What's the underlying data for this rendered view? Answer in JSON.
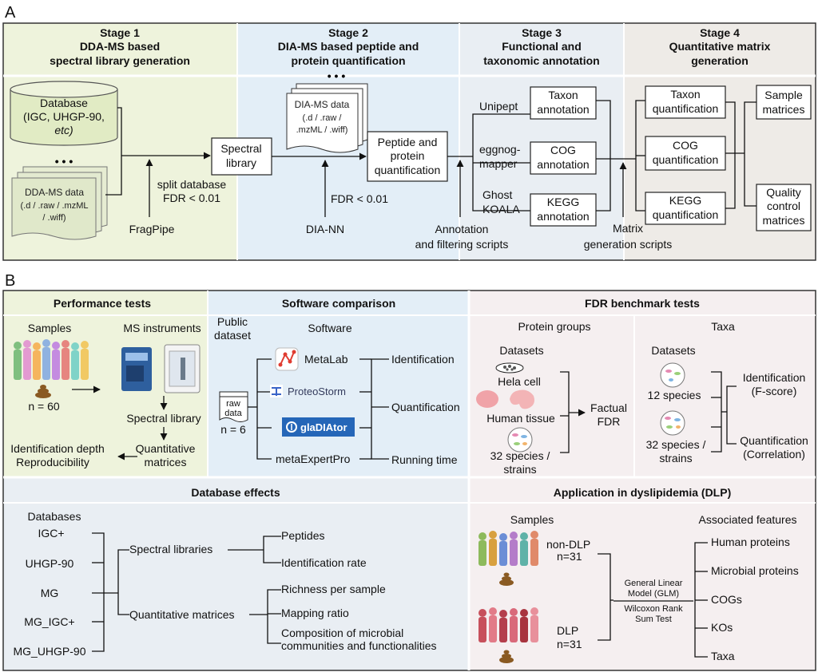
{
  "panel_a": {
    "letter": "A",
    "stages": [
      {
        "title": "Stage 1",
        "line1": "DDA-MS based",
        "line2": "spectral library generation"
      },
      {
        "title": "Stage 2",
        "line1": "DIA-MS based peptide and",
        "line2": "protein quantification"
      },
      {
        "title": "Stage 3",
        "line1": "Functional and",
        "line2": "taxonomic annotation"
      },
      {
        "title": "Stage 4",
        "line1": "Quantitative matrix",
        "line2": "generation"
      }
    ],
    "database": {
      "line1": "Database",
      "line2": "(IGC, UHGP-90,",
      "line3": "etc)"
    },
    "ellipsis": "• • •",
    "dda": {
      "line1": "DDA-MS data",
      "line2": "(.d / .raw / .mzML",
      "line3": "/ .wiff)"
    },
    "split_db": {
      "line1": "split database",
      "line2": "FDR < 0.01"
    },
    "fragpipe": "FragPipe",
    "spectral_library": {
      "line1": "Spectral",
      "line2": "library"
    },
    "dia": {
      "line1": "DIA-MS data",
      "line2": "(.d / .raw /",
      "line3": ".mzML / .wiff)"
    },
    "fdr_dia": "FDR < 0.01",
    "dia_nn": "DIA-NN",
    "peptide": {
      "line1": "Peptide and",
      "line2": "protein",
      "line3": "quantification"
    },
    "annotation_scripts": {
      "line1": "Annotation",
      "line2": "and filtering scripts"
    },
    "tools": {
      "unipept": "Unipept",
      "eggnog1": "eggnog-",
      "eggnog2": "mapper",
      "ghost1": "Ghost",
      "ghost2": "KOALA"
    },
    "annotations": {
      "taxon": {
        "line1": "Taxon",
        "line2": "annotation"
      },
      "cog": {
        "line1": "COG",
        "line2": "annotation"
      },
      "kegg": {
        "line1": "KEGG",
        "line2": "annotation"
      }
    },
    "matrix_scripts": {
      "line1": "Matrix",
      "line2": "generation scripts"
    },
    "quant": {
      "taxon": {
        "line1": "Taxon",
        "line2": "quantification"
      },
      "cog": {
        "line1": "COG",
        "line2": "quantification"
      },
      "kegg": {
        "line1": "KEGG",
        "line2": "quantification"
      }
    },
    "sample_matrices": {
      "line1": "Sample",
      "line2": "matrices"
    },
    "qc_matrices": {
      "line1": "Quality",
      "line2": "control",
      "line3": "matrices"
    }
  },
  "panel_b": {
    "letter": "B",
    "performance": {
      "title": "Performance tests",
      "samples": "Samples",
      "instruments": "MS instruments",
      "n": "n = 60",
      "spectral_library": "Spectral library",
      "quant1": "Quantitative",
      "quant2": "matrices",
      "out1": "Identification depth",
      "out2": "Reproducibility"
    },
    "software": {
      "title": "Software comparison",
      "public1": "Public",
      "public2": "dataset",
      "software": "Software",
      "raw1": "raw",
      "raw2": "data",
      "n": "n = 6",
      "tools": [
        "MetaLab",
        "ProteoStorm",
        "glaDIAtor",
        "metaExpertPro"
      ],
      "metrics": [
        "Identification",
        "Quantification",
        "Running time"
      ]
    },
    "fdr": {
      "title": "FDR benchmark tests",
      "protein_groups": "Protein groups",
      "taxa": "Taxa",
      "datasets": "Datasets",
      "hela": "Hela cell",
      "human_tissue": "Human tissue",
      "species1": "32 species /",
      "species2": "strains",
      "factual1": "Factual",
      "factual2": "FDR",
      "datasets2": "Datasets",
      "twelve": "12 species",
      "sp32a": "32 species /",
      "sp32b": "strains",
      "ident1": "Identification",
      "ident2": "(F-score)",
      "quant1": "Quantification",
      "quant2": "(Correlation)"
    },
    "database_effects": {
      "title": "Database effects",
      "databases": "Databases",
      "db_list": [
        "IGC+",
        "UHGP-90",
        "MG",
        "MG_IGC+",
        "MG_UHGP-90"
      ],
      "spectral_libraries": "Spectral libraries",
      "quantitative_matrices": "Quantitative matrices",
      "sl_items": [
        "Peptides",
        "Identification rate"
      ],
      "qm_items": [
        "Richness per sample",
        "Mapping ratio",
        "Composition of microbial",
        "communities and functionalities"
      ]
    },
    "dlp": {
      "title": "Application in dyslipidemia (DLP)",
      "samples": "Samples",
      "associated": "Associated features",
      "nondlp": "non-DLP",
      "n1": "n=31",
      "dlp": "DLP",
      "n2": "n=31",
      "glm1": "General Linear",
      "glm2": "Model (GLM)",
      "wil1": "Wilcoxon Rank",
      "wil2": "Sum Test",
      "features": [
        "Human proteins",
        "Microbial proteins",
        "COGs",
        "KOs",
        "Taxa"
      ]
    }
  }
}
